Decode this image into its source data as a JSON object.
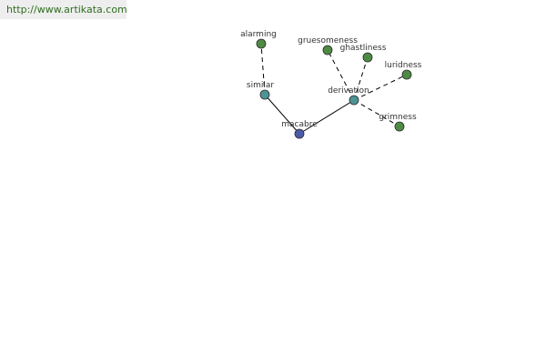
{
  "header": {
    "url": "http://www.artikata.com"
  },
  "colors": {
    "root": "#4b5aa8",
    "relation": "#4d9494",
    "leaf": "#4f8a45",
    "edge": "#000000",
    "url_text": "#2f6e1f"
  },
  "graph": {
    "nodes": [
      {
        "id": "macabre",
        "label": "macabre",
        "kind": "root"
      },
      {
        "id": "similar",
        "label": "similar",
        "kind": "relation"
      },
      {
        "id": "derivation",
        "label": "derivation",
        "kind": "relation"
      },
      {
        "id": "alarming",
        "label": "alarming",
        "kind": "leaf"
      },
      {
        "id": "gruesomeness",
        "label": "gruesomeness",
        "kind": "leaf"
      },
      {
        "id": "ghastliness",
        "label": "ghastliness",
        "kind": "leaf"
      },
      {
        "id": "luridness",
        "label": "luridness",
        "kind": "leaf"
      },
      {
        "id": "grimness",
        "label": "grimness",
        "kind": "leaf"
      }
    ],
    "edges": [
      {
        "from": "macabre",
        "to": "similar",
        "style": "solid"
      },
      {
        "from": "macabre",
        "to": "derivation",
        "style": "solid"
      },
      {
        "from": "similar",
        "to": "alarming",
        "style": "dashed"
      },
      {
        "from": "derivation",
        "to": "gruesomeness",
        "style": "dashed"
      },
      {
        "from": "derivation",
        "to": "ghastliness",
        "style": "dashed"
      },
      {
        "from": "derivation",
        "to": "luridness",
        "style": "dashed"
      },
      {
        "from": "derivation",
        "to": "grimness",
        "style": "dashed"
      }
    ]
  }
}
